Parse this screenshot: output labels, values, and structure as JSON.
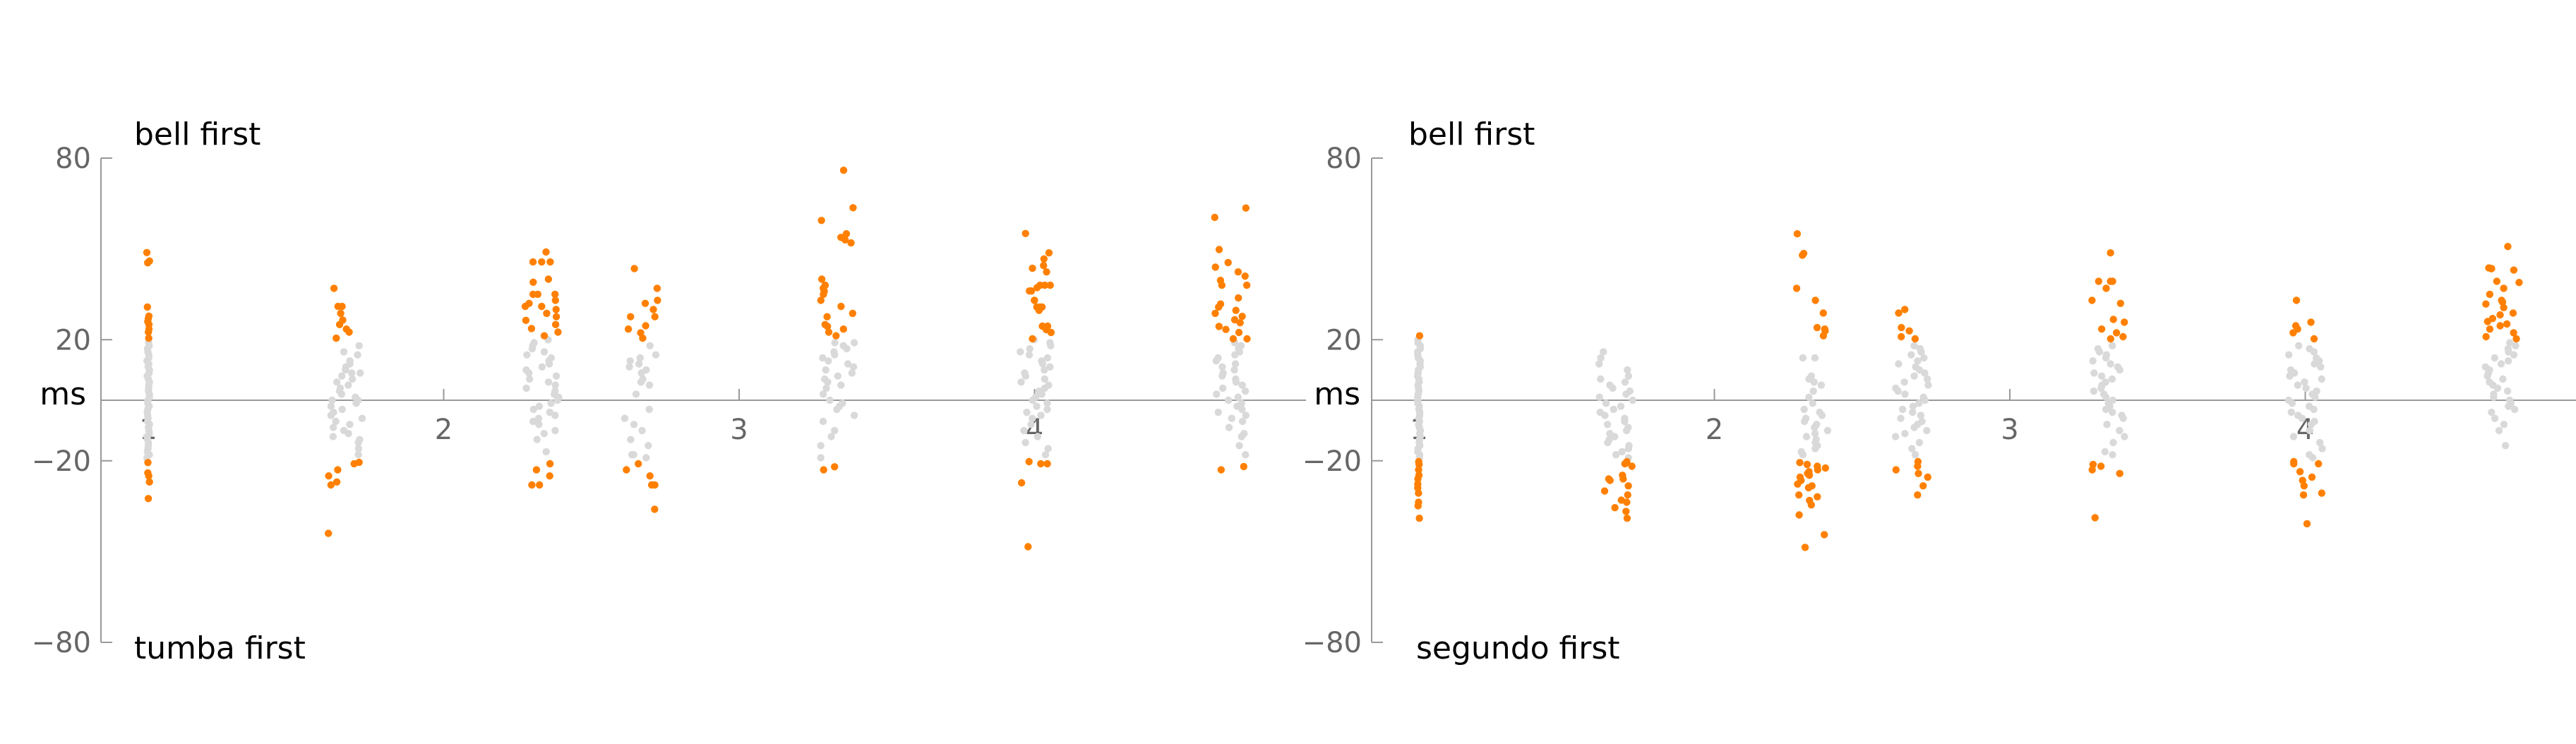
{
  "colors": {
    "outside": "#FF8000",
    "inside": "#D9D9D9",
    "axis": "#999999",
    "tick_text": "#666666"
  },
  "chart_data": [
    {
      "type": "scatter",
      "top_label": "bell first",
      "bottom_label": "tumba first",
      "ylabel": "ms",
      "ylim": [
        -80,
        80
      ],
      "yticks": [
        "80",
        "20",
        "−20",
        "−80"
      ],
      "ytick_values": [
        80,
        20,
        -20,
        -80
      ],
      "xticks": [
        "1",
        "2",
        "3",
        "4"
      ],
      "xtick_values": [
        1,
        2,
        3,
        4
      ],
      "highlight_threshold_ms": 20,
      "clusters": [
        {
          "position": 1,
          "values": [
            48.8,
            46,
            45.4,
            30.8,
            27.8,
            27,
            26,
            25,
            23.5,
            22.5,
            20.5,
            19,
            18,
            17,
            16,
            15,
            14,
            13,
            12,
            11,
            10,
            9,
            8,
            7,
            6,
            5,
            4,
            3,
            2,
            1,
            0,
            -1,
            -2,
            -3,
            -4,
            -5,
            -6,
            -7,
            -8,
            -9,
            -10,
            -11,
            -12,
            -13,
            -14,
            -15,
            -16,
            -17,
            -18,
            -19,
            -20.6,
            -24,
            -25,
            -27,
            -32.5
          ]
        },
        {
          "position": 1.667,
          "values": [
            37,
            31,
            31,
            28.7,
            26.5,
            25,
            23.5,
            22.5,
            20.5,
            18,
            16,
            15,
            13,
            12,
            11,
            10,
            9,
            9,
            8,
            7,
            6,
            5,
            4,
            3,
            2,
            1,
            0,
            0,
            -1,
            -2,
            -3,
            -4,
            -5,
            -6,
            -7,
            -8,
            -9,
            -10,
            -11,
            -12,
            -13,
            -14,
            -16,
            -18,
            -20.5,
            -21,
            -23,
            -25,
            -27,
            -28,
            -44
          ]
        },
        {
          "position": 2.333,
          "values": [
            49,
            45.7,
            45.7,
            45.7,
            40,
            39,
            35,
            35,
            35,
            33,
            32,
            31,
            31,
            30,
            28.7,
            27.6,
            26.4,
            25,
            23.7,
            22.5,
            21.3,
            20,
            19,
            18,
            17,
            16,
            15,
            14,
            13,
            12,
            11,
            10,
            9,
            8,
            7,
            6,
            5,
            4,
            3,
            2,
            1,
            0,
            -1,
            -2,
            -3,
            -4,
            -5,
            -6,
            -7,
            -8,
            -10,
            -11,
            -13,
            -17,
            -21,
            -23,
            -25,
            -28,
            -28
          ]
        },
        {
          "position": 2.667,
          "values": [
            43.5,
            37,
            33,
            32,
            30,
            27.6,
            27.6,
            24.6,
            23.5,
            22.3,
            20.5,
            18,
            15,
            14,
            13,
            12,
            11,
            10,
            9,
            7,
            6,
            5,
            2,
            -3,
            -6,
            -8,
            -10,
            -13,
            -15,
            -18,
            -18,
            -19,
            -21,
            -23,
            -25,
            -28,
            -28,
            -36
          ]
        },
        {
          "position": 3.333,
          "values": [
            76,
            63.6,
            59.4,
            55,
            53.8,
            53,
            52,
            40,
            38,
            37,
            36,
            35,
            33,
            31,
            28.7,
            27.6,
            25,
            24.4,
            23.5,
            22.5,
            21.3,
            19,
            19,
            18,
            17,
            16,
            15,
            14,
            13,
            12,
            11,
            10,
            9,
            8,
            7,
            6,
            5,
            4,
            2,
            0,
            -1,
            -2,
            -3,
            -5,
            -7,
            -10,
            -12,
            -15,
            -19,
            -22,
            -23
          ]
        },
        {
          "position": 4,
          "values": [
            55.1,
            48.7,
            46.7,
            44.5,
            43.6,
            42.4,
            38,
            38,
            38,
            37.2,
            36.1,
            36.1,
            33,
            33,
            30.8,
            30.8,
            30.8,
            29.7,
            24.5,
            24.5,
            23.3,
            22.4,
            20.3,
            20,
            19,
            18,
            17,
            16,
            15,
            14,
            13,
            12,
            11,
            10,
            9,
            8,
            7,
            6,
            5,
            4,
            3,
            2,
            1,
            0,
            -1,
            -2,
            -3,
            -4,
            -5,
            -6,
            -8,
            -10,
            -12,
            -14,
            -16,
            -18,
            -20.3,
            -21,
            -21,
            -27.3,
            -48.4
          ]
        },
        {
          "position": 4.667,
          "values": [
            63.5,
            60.4,
            49.8,
            45.5,
            44,
            42.4,
            41,
            39.6,
            38,
            38,
            33.8,
            31.8,
            30.8,
            29.7,
            28.7,
            27.7,
            26.6,
            25.6,
            24.4,
            23.4,
            22.4,
            20.3,
            20.3,
            19,
            18,
            17,
            16,
            15,
            14,
            13,
            12,
            11,
            10,
            9,
            8,
            7,
            6,
            5,
            4,
            3,
            2,
            1,
            0,
            -1,
            -2,
            -3,
            -4,
            -5,
            -6,
            -7,
            -9,
            -11,
            -12,
            -15,
            -18,
            -21.9,
            -23
          ]
        }
      ]
    },
    {
      "type": "scatter",
      "top_label": "bell first",
      "bottom_label": "segundo first",
      "ylabel": "ms",
      "ylim": [
        -80,
        80
      ],
      "yticks": [
        "80",
        "20",
        "−20",
        "−80"
      ],
      "ytick_values": [
        80,
        20,
        -20,
        -80
      ],
      "xticks": [
        "1",
        "2",
        "3",
        "4"
      ],
      "xtick_values": [
        1,
        2,
        3,
        4
      ],
      "highlight_threshold_ms": 20,
      "clusters": [
        {
          "position": 1,
          "values": [
            21.3,
            20,
            19,
            18,
            17,
            16,
            15,
            14,
            13,
            12,
            11,
            10,
            9,
            8,
            7,
            6,
            5,
            4,
            3,
            2,
            1,
            0,
            -1,
            -2,
            -3,
            -4,
            -5,
            -6,
            -7,
            -8,
            -9,
            -10,
            -11,
            -12,
            -13,
            -14,
            -15,
            -16,
            -17,
            -18,
            -19,
            -20.3,
            -21.2,
            -23,
            -24.8,
            -26,
            -27.7,
            -29,
            -30.7,
            -33.7,
            -34.9,
            -39
          ]
        },
        {
          "position": 1.667,
          "values": [
            16,
            14,
            12,
            10,
            8,
            7,
            6,
            5,
            4,
            3,
            2,
            1,
            0,
            -1,
            -2,
            -3,
            -4,
            -5,
            -6,
            -7,
            -8,
            -9,
            -10,
            -11,
            -12,
            -13,
            -14,
            -15,
            -16,
            -17,
            -18,
            -19,
            -20.3,
            -20.6,
            -21,
            -21.8,
            -24.8,
            -26,
            -26,
            -26.5,
            -28.3,
            -30,
            -31.3,
            -33,
            -33.7,
            -35.5,
            -36.7,
            -39
          ]
        },
        {
          "position": 2.333,
          "values": [
            55,
            48.5,
            47.9,
            37,
            33,
            28.8,
            24,
            23.5,
            22.9,
            21.3,
            14,
            14,
            8,
            7,
            6,
            5,
            3,
            1,
            -1,
            -3,
            -4,
            -5,
            -6,
            -7,
            -8,
            -9,
            -10,
            -11,
            -12,
            -13,
            -14,
            -15,
            -16,
            -17,
            -18,
            -20.6,
            -21.2,
            -21.8,
            -22.4,
            -23,
            -23.6,
            -24.2,
            -24.8,
            -25.4,
            -26.5,
            -27.7,
            -28.3,
            -28.9,
            -31.3,
            -31.9,
            -33.1,
            -34.6,
            -37.9,
            -44.4,
            -48.6
          ]
        },
        {
          "position": 2.667,
          "values": [
            30,
            28.8,
            24,
            22.9,
            21,
            20.3,
            18,
            17,
            16,
            15,
            14,
            13,
            12,
            11,
            10,
            9,
            8,
            7,
            6,
            5,
            4,
            3,
            2,
            1,
            0,
            -1,
            -2,
            -3,
            -4,
            -5,
            -6,
            -7,
            -8,
            -9,
            -10,
            -11,
            -12,
            -14,
            -16,
            -18,
            -20.3,
            -21.8,
            -23,
            -24.2,
            -25.4,
            -28.3,
            -31.3
          ]
        },
        {
          "position": 3.333,
          "values": [
            48.7,
            39.3,
            39.3,
            39.3,
            37,
            33,
            32,
            26.7,
            25.8,
            23.5,
            22.3,
            21,
            20.3,
            18,
            17,
            16,
            15,
            14,
            13,
            12,
            11,
            10,
            9,
            8,
            7,
            6,
            5,
            4,
            3,
            2,
            1,
            0,
            -1,
            -2,
            -3,
            -4,
            -5,
            -6,
            -8,
            -10,
            -12,
            -14,
            -17,
            -18,
            -21.2,
            -21.8,
            -23,
            -24.2,
            -38.8
          ]
        },
        {
          "position": 4,
          "values": [
            33,
            25.8,
            24.6,
            23.5,
            22.3,
            20.3,
            18,
            17,
            16,
            15,
            14,
            13,
            12,
            11,
            10,
            9,
            8,
            7,
            6,
            5,
            4,
            3,
            2,
            1,
            0,
            -1,
            -2,
            -3,
            -4,
            -5,
            -6,
            -7,
            -8,
            -10,
            -12,
            -14,
            -16,
            -18,
            -19,
            -20.3,
            -21,
            -21,
            -23.6,
            -25.4,
            -26.5,
            -28.3,
            -30.7,
            -31.3,
            -40.8
          ]
        },
        {
          "position": 4.667,
          "values": [
            50.8,
            43.7,
            43.5,
            43.5,
            43,
            39.3,
            38.9,
            37,
            35,
            33,
            32.4,
            31.8,
            30.6,
            28.8,
            28.2,
            27,
            26,
            25.2,
            24.6,
            23.5,
            22.3,
            21,
            20.3,
            19,
            18,
            17,
            16,
            15,
            14,
            13,
            12,
            11,
            10,
            9,
            8,
            7,
            6,
            5,
            4,
            3,
            2,
            1,
            0,
            -1,
            -2,
            -3,
            -4,
            -6,
            -8,
            -10,
            -15
          ]
        }
      ]
    }
  ]
}
